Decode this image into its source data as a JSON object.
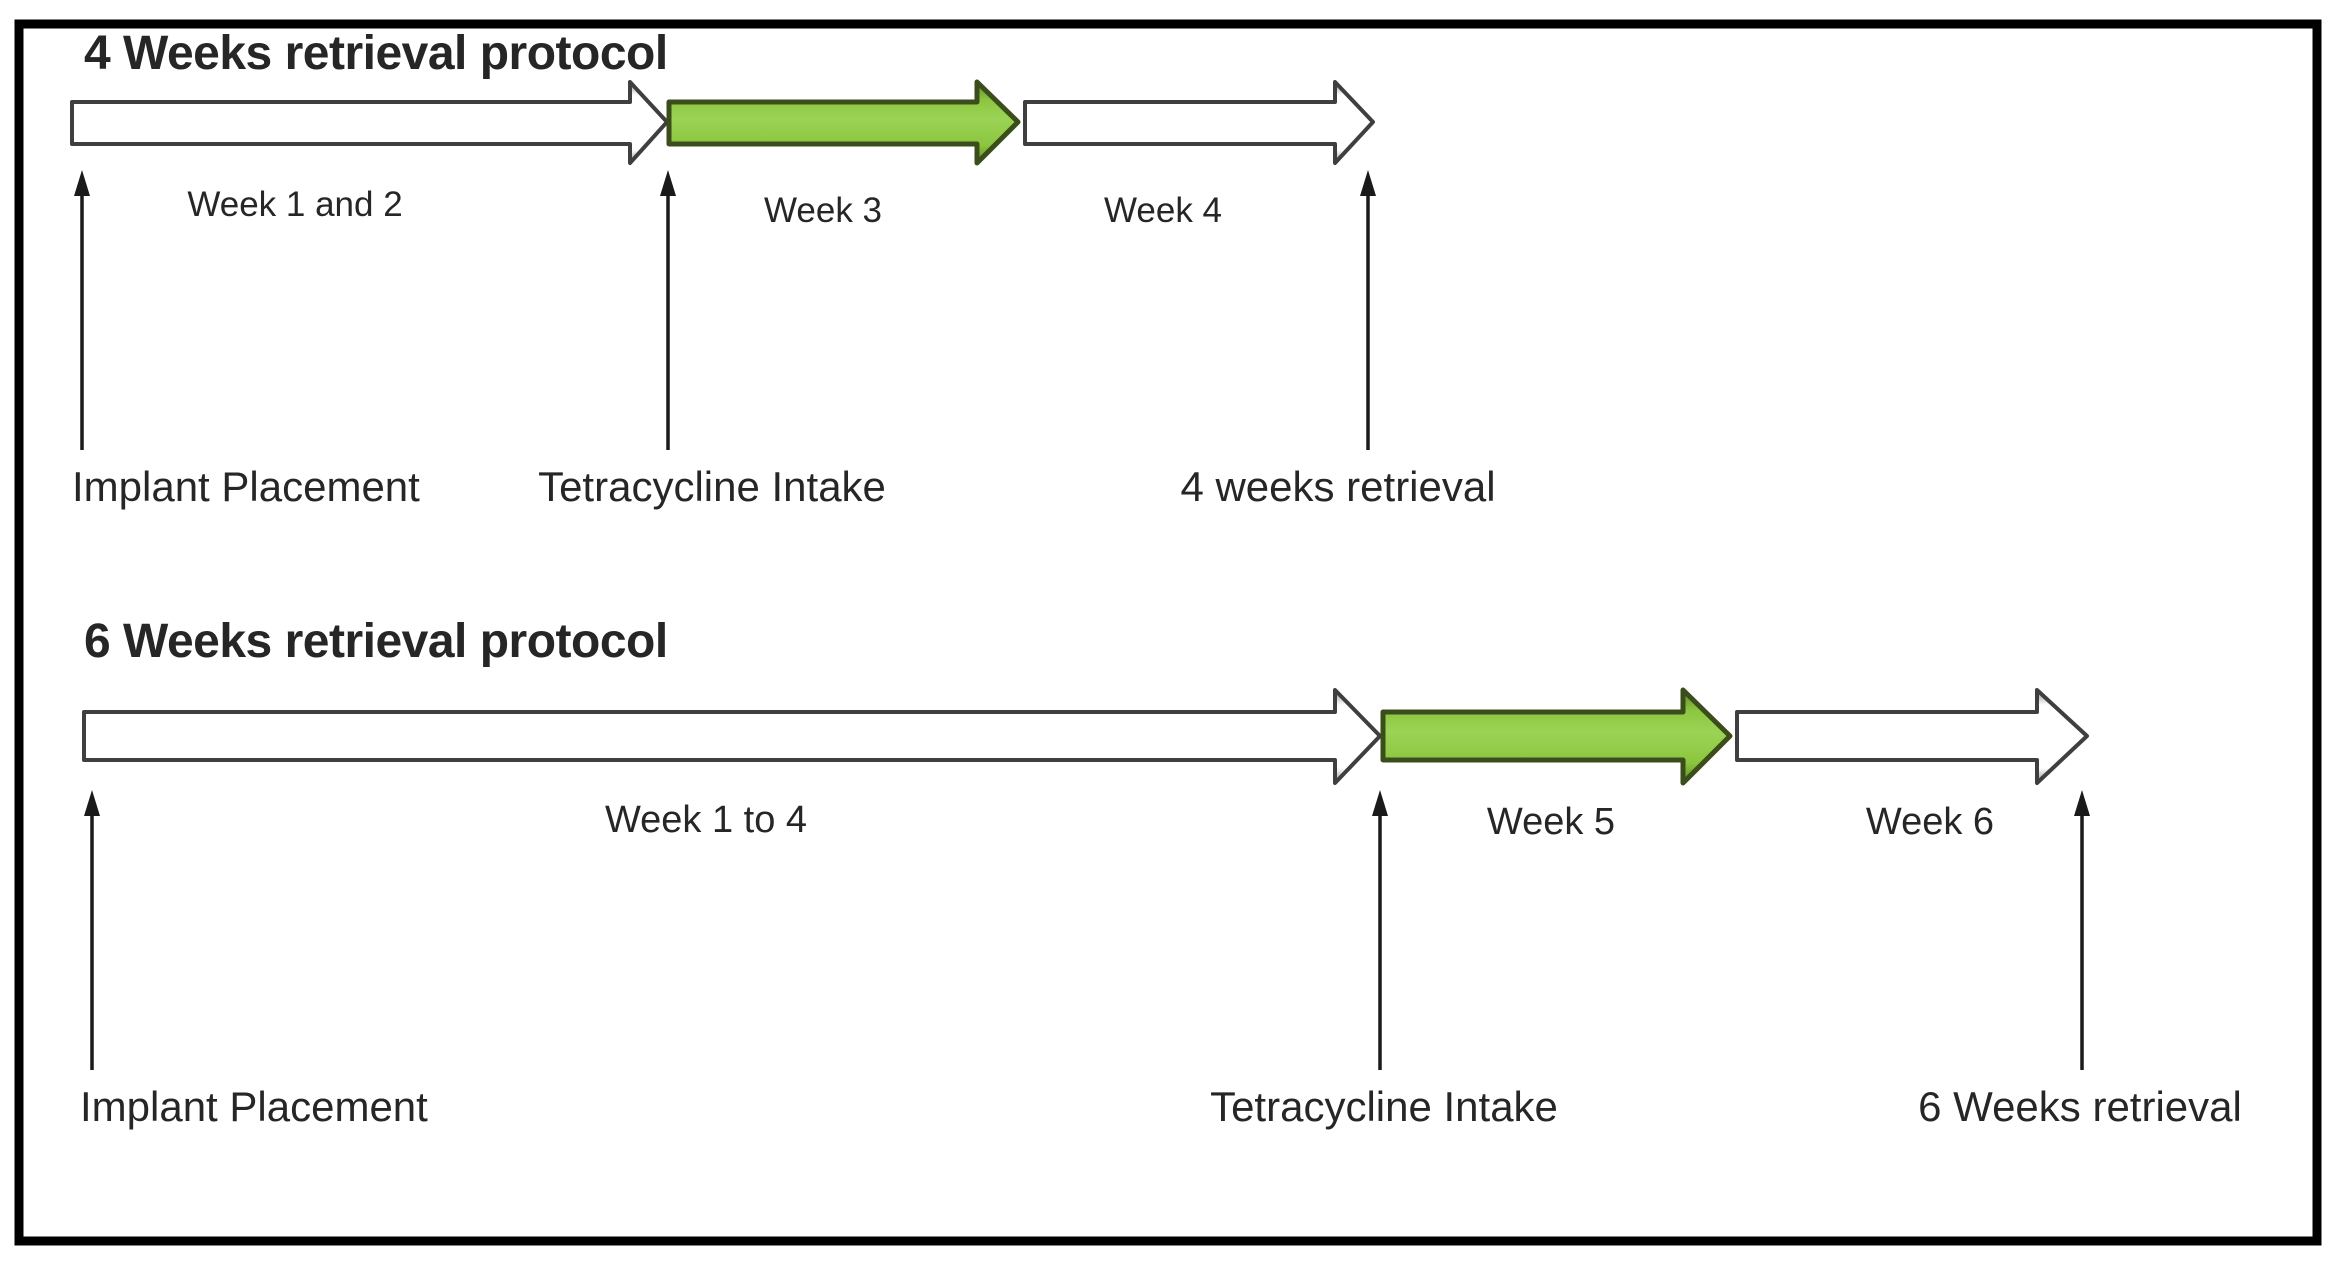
{
  "diagram": {
    "description": "Timeline diagram of two implant retrieval protocols with tetracycline intake windows",
    "colors": {
      "background": "#ffffff",
      "frame": "#000000",
      "text": "#262626",
      "arrow_border": "#3f3f3f",
      "white_fill": "#ffffff",
      "white_edge": "#8f8f8f",
      "green_fill": "#8cc63f",
      "green_fill_light": "#9bd455",
      "green_fill_dark": "#5d8a28",
      "green_border": "#3a4d1a",
      "event_arrow": "#1a1a1a"
    },
    "protocols": [
      {
        "title": "4 Weeks retrieval protocol",
        "segments": [
          {
            "label": "Week 1 and 2",
            "highlighted": false
          },
          {
            "label": "Week 3",
            "highlighted": true
          },
          {
            "label": "Week 4",
            "highlighted": false
          }
        ],
        "events": [
          {
            "label": "Implant Placement"
          },
          {
            "label": "Tetracycline Intake"
          },
          {
            "label": "4 weeks retrieval"
          }
        ]
      },
      {
        "title": "6 Weeks retrieval protocol",
        "segments": [
          {
            "label": "Week 1 to 4",
            "highlighted": false
          },
          {
            "label": "Week 5",
            "highlighted": true
          },
          {
            "label": "Week 6",
            "highlighted": false
          }
        ],
        "events": [
          {
            "label": "Implant Placement"
          },
          {
            "label": "Tetracycline Intake"
          },
          {
            "label": "6 Weeks retrieval"
          }
        ]
      }
    ]
  }
}
